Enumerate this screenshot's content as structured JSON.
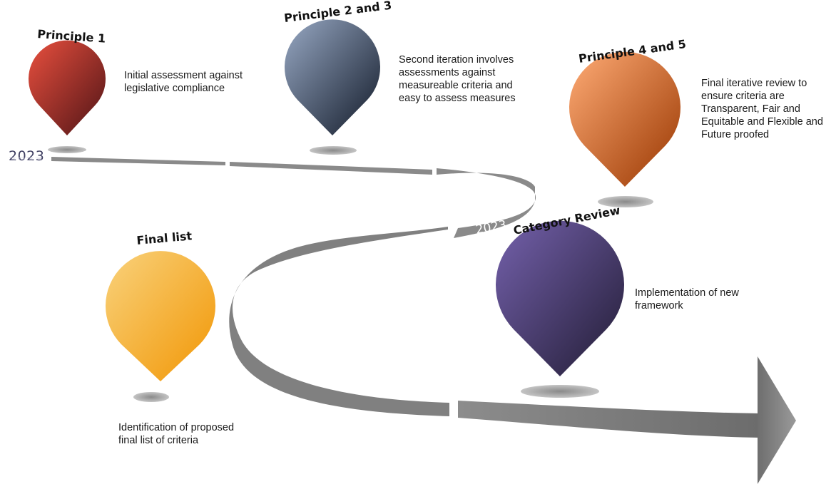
{
  "timeline": {
    "start_year": "2023",
    "mid_year": "2023"
  },
  "milestones": [
    {
      "title": "Principle 1",
      "color_light": "#d9493a",
      "color_dark": "#5e1a1a",
      "description_lines": [
        "Initial assessment against",
        "legislative compliance"
      ]
    },
    {
      "title": "Principle 2 and 3",
      "color_light": "#8a9ab4",
      "color_dark": "#1f2838",
      "description_lines": [
        "Second iteration involves",
        "assessments against",
        "measureable criteria and",
        "easy to assess measures"
      ]
    },
    {
      "title": "Principle 4 and 5",
      "color_light": "#f5a06a",
      "color_dark": "#a3420c",
      "description_lines": [
        "Final iterative review to",
        "ensure criteria are",
        "Transparent, Fair and",
        "Equitable and Flexible and",
        "Future proofed"
      ]
    },
    {
      "title": "Final list",
      "color_light": "#f8cc70",
      "color_dark": "#f29c10",
      "description_lines": [
        "Identification of proposed",
        "final list of criteria"
      ]
    },
    {
      "title": "Category Review",
      "color_light": "#6c5aa0",
      "color_dark": "#2a2340",
      "description_lines": [
        "Implementation of new",
        "framework"
      ]
    }
  ]
}
